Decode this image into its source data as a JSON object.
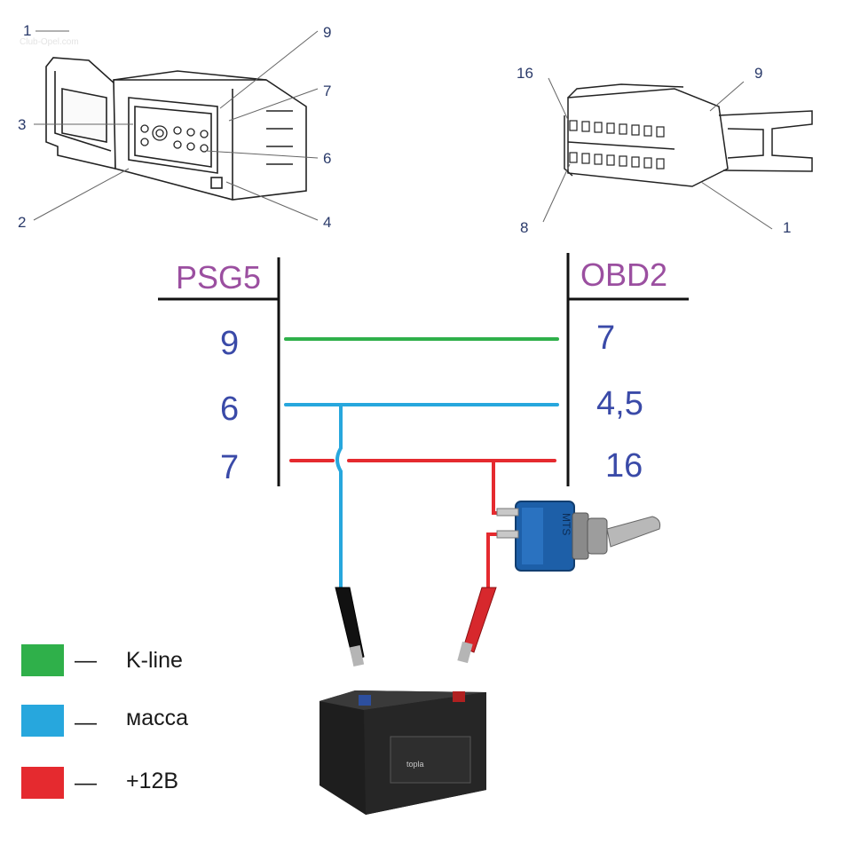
{
  "watermark": "Club-Opel.com",
  "psg5_connector": {
    "callouts": [
      "1",
      "2",
      "3",
      "4",
      "6",
      "7",
      "9"
    ]
  },
  "obd2_connector": {
    "callouts": [
      "16",
      "9",
      "8",
      "1"
    ]
  },
  "table": {
    "left_header": "PSG5",
    "right_header": "OBD2",
    "rows": [
      {
        "left": "9",
        "right": "7",
        "color": "#2fb04a"
      },
      {
        "left": "6",
        "right": "4,5",
        "color": "#27a7dd"
      },
      {
        "left": "7",
        "right": "16",
        "color": "#e52a2f"
      }
    ]
  },
  "switch": {
    "label": "MTS"
  },
  "battery": {
    "brand": "topla"
  },
  "legend": [
    {
      "color": "#2fb04a",
      "dash": "—",
      "label": "K-line"
    },
    {
      "color": "#27a7dd",
      "dash": "—",
      "label": "масса"
    },
    {
      "color": "#e52a2f",
      "dash": "—",
      "label": "+12В"
    }
  ]
}
